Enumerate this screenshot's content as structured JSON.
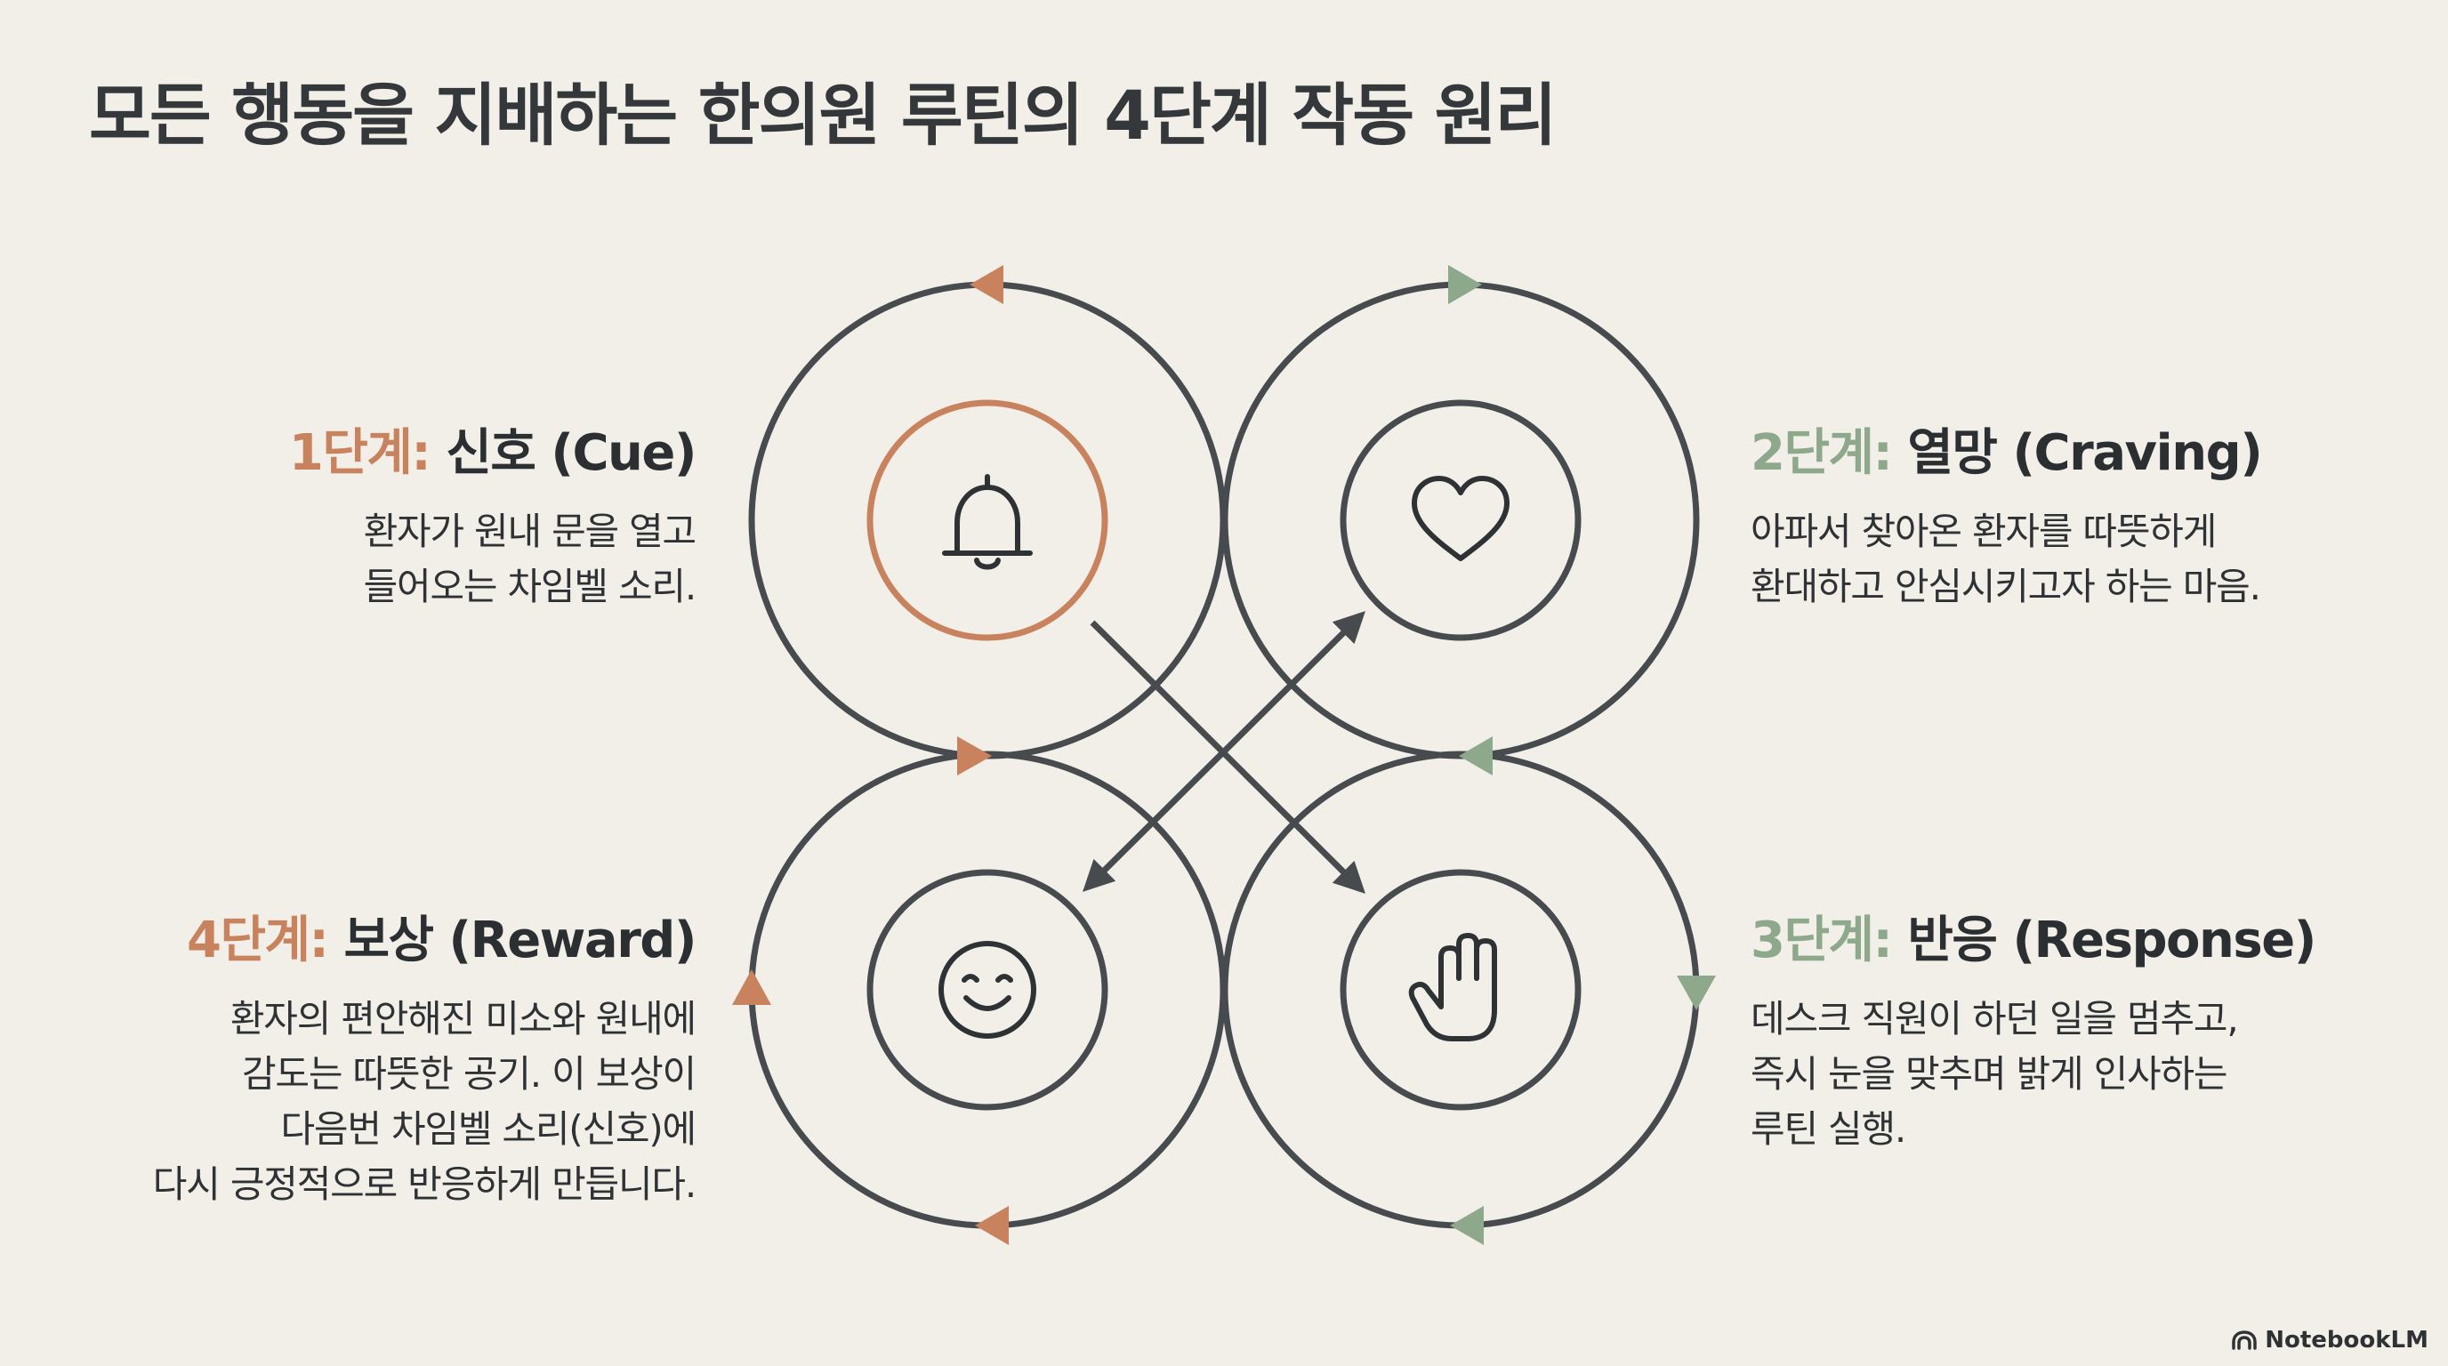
{
  "title": "모든 행동을 지배하는 한의원 루틴의 4단계 작동 원리",
  "colors": {
    "orange": "#c8825e",
    "green": "#8ea88c",
    "dark": "#474b4e",
    "background": "#f1efe8"
  },
  "stages": {
    "cue": {
      "step": "1단계:",
      "name": "신호 (Cue)",
      "lines": [
        "환자가 원내 문을 열고",
        "들어오는 차임벨 소리."
      ],
      "icon": "bell-icon"
    },
    "craving": {
      "step": "2단계:",
      "name": "열망 (Craving)",
      "lines": [
        "아파서 찾아온 환자를 따뜻하게",
        "환대하고 안심시키고자 하는 마음."
      ],
      "icon": "heart-icon"
    },
    "response": {
      "step": "3단계:",
      "name": "반응 (Response)",
      "lines": [
        "데스크 직원이 하던 일을 멈추고,",
        "즉시 눈을 맞추며 밝게 인사하는",
        "루틴 실행."
      ],
      "icon": "hand-icon"
    },
    "reward": {
      "step": "4단계:",
      "name": "보상 (Reward)",
      "lines": [
        "환자의 편안해진 미소와 원내에",
        "감도는 따뜻한 공기. 이 보상이",
        "다음번 차임벨 소리(신호)에",
        "다시 긍정적으로 반응하게 만듭니다."
      ],
      "icon": "smile-icon"
    }
  },
  "brand": {
    "label": "NotebookLM",
    "icon": "notebooklm-logo-icon"
  }
}
